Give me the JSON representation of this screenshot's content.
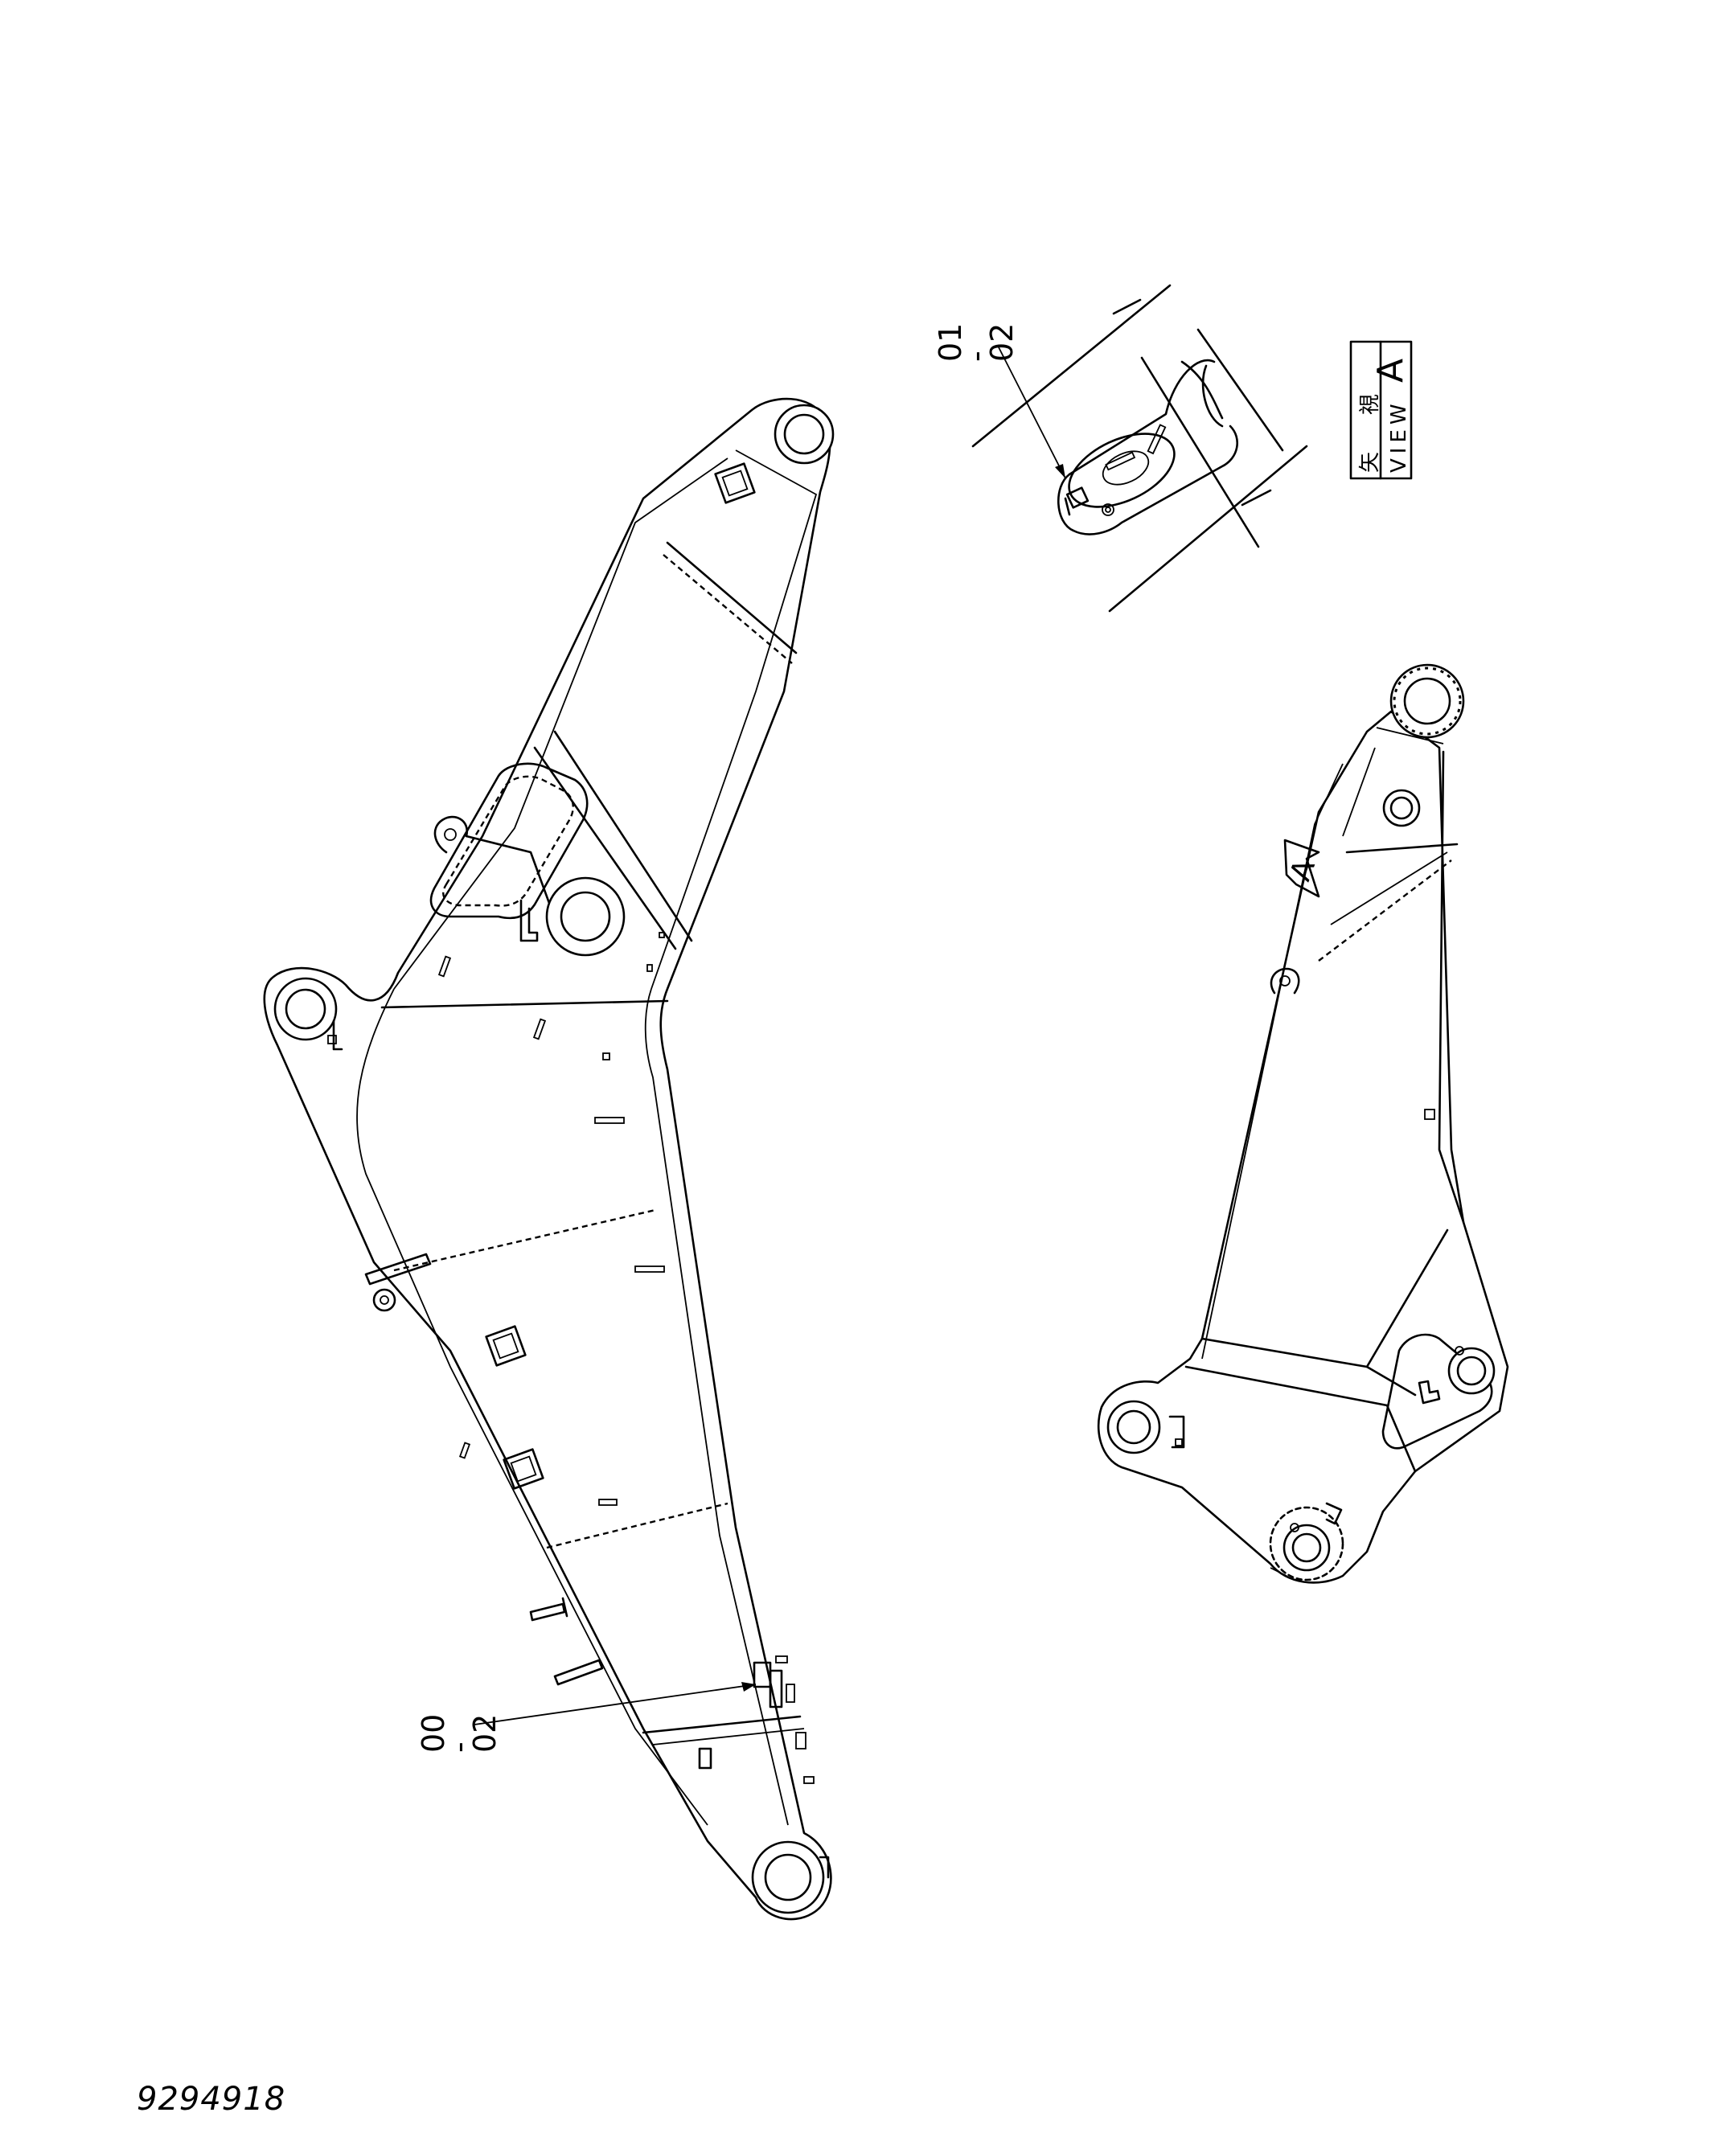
{
  "callouts": [
    {
      "top": "00",
      "mid": "-",
      "bottom": "02"
    },
    {
      "top": "01",
      "mid": "-",
      "bottom": "02"
    }
  ],
  "view_label": {
    "jp_chars": [
      "矢",
      "視"
    ],
    "en": "VIEW",
    "letter": "A"
  },
  "arrow_letter": "A",
  "drawing_number": "9294918"
}
